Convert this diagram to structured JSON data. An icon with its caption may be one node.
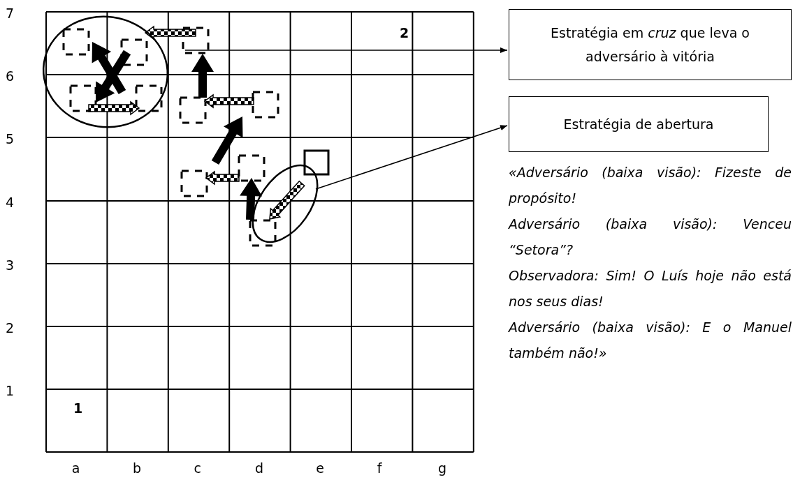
{
  "diagram": {
    "nodes": [
      {
        "text": [
          "Estratégia em *cruz* que leva o adversário à vitória"
        ]
      },
      {
        "text": [
          "Estratégia de abertura"
        ]
      },
      {
        "text": [],
        "shape": "circle"
      },
      {
        "text": [],
        "shape": "circle"
      }
    ],
    "edges": [
      {
        "from": null,
        "to": 0,
        "arrow": "to"
      },
      {
        "from": 3,
        "to": 1,
        "arrow": "to"
      }
    ],
    "labels": [
      "7",
      "6",
      "5",
      "4",
      "3",
      "2",
      "1",
      "1",
      "2",
      "a",
      "b",
      "c",
      "d",
      "e",
      "f",
      "g",
      "«Adversário (baixa visão): Fizeste de propósito!",
      "Adversário (baixa visão): Venceu “Setora”?",
      "Observadora: Sim! O Luís hoje não está nos seus dias!",
      "Adversário (baixa visão): E o Manuel também não!»"
    ]
  }
}
